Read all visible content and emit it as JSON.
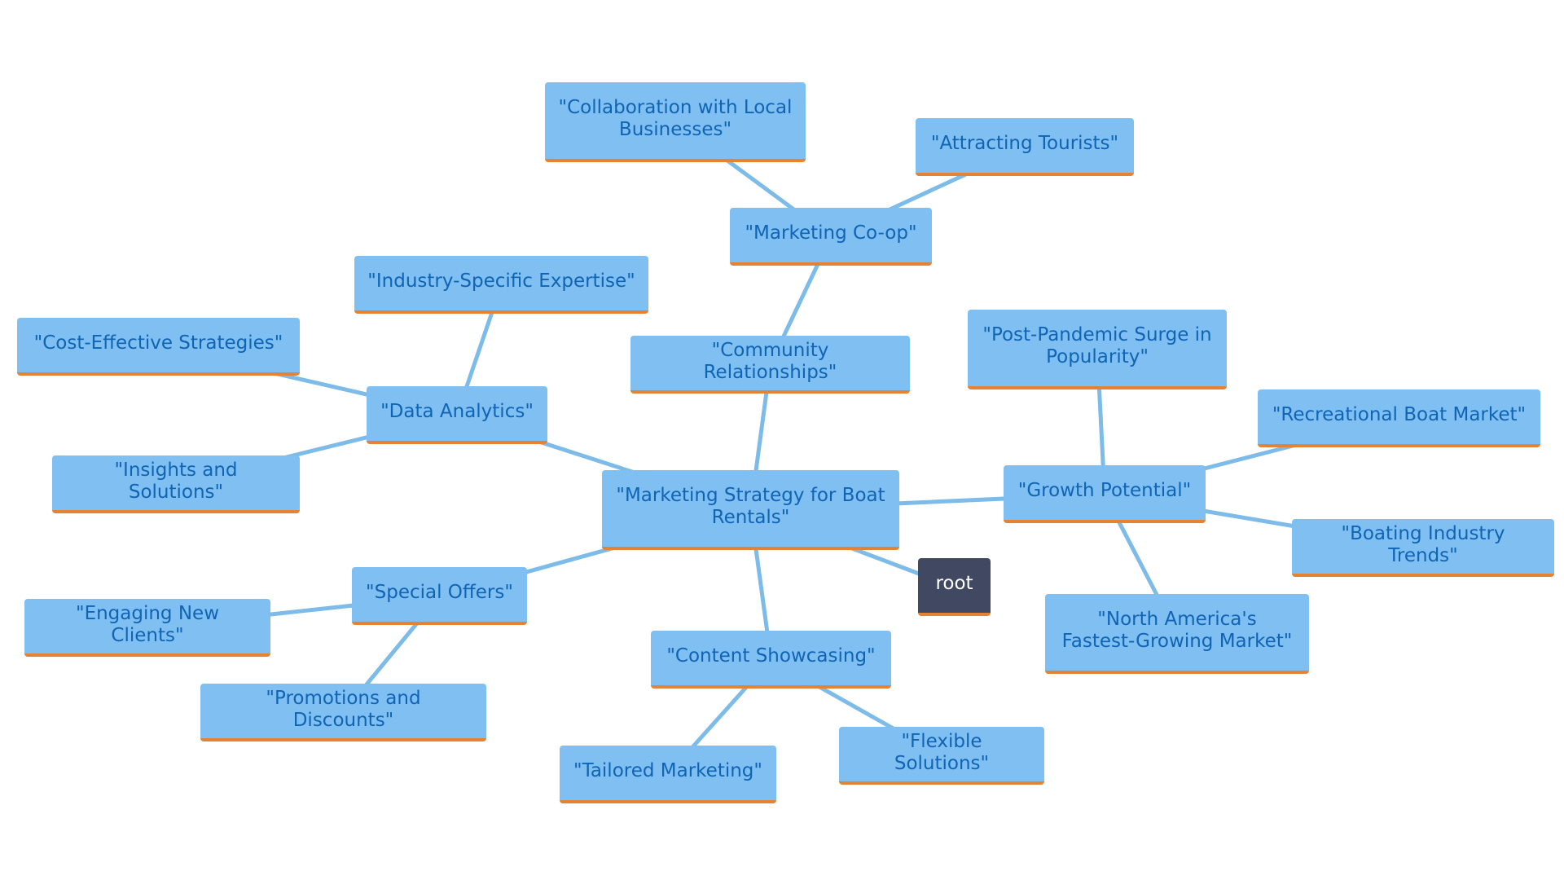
{
  "colors": {
    "node_fill": "#7fbff2",
    "node_text": "#1064b4",
    "node_accent": "#e58334",
    "root_fill": "#414862",
    "root_text": "#ffffff",
    "edge": "#7dbbe9"
  },
  "nodes": {
    "root": "root",
    "center": "\"Marketing Strategy for Boat Rentals\"",
    "community_relationships": "\"Community Relationships\"",
    "marketing_coop": "\"Marketing Co-op\"",
    "collaboration_local_businesses": "\"Collaboration with Local Businesses\"",
    "attracting_tourists": "\"Attracting Tourists\"",
    "data_analytics": "\"Data Analytics\"",
    "industry_specific_expertise": "\"Industry-Specific Expertise\"",
    "cost_effective_strategies": "\"Cost-Effective Strategies\"",
    "insights_and_solutions": "\"Insights and Solutions\"",
    "growth_potential": "\"Growth Potential\"",
    "post_pandemic_surge": "\"Post-Pandemic Surge in Popularity\"",
    "recreational_boat_market": "\"Recreational Boat Market\"",
    "boating_industry_trends": "\"Boating Industry Trends\"",
    "north_america_market": "\"North America's Fastest-Growing Market\"",
    "special_offers": "\"Special Offers\"",
    "engaging_new_clients": "\"Engaging New Clients\"",
    "promotions_and_discounts": "\"Promotions and Discounts\"",
    "content_showcasing": "\"Content Showcasing\"",
    "tailored_marketing": "\"Tailored Marketing\"",
    "flexible_solutions": "\"Flexible Solutions\""
  },
  "edges": [
    [
      "center",
      "root"
    ],
    [
      "center",
      "community_relationships"
    ],
    [
      "community_relationships",
      "marketing_coop"
    ],
    [
      "marketing_coop",
      "collaboration_local_businesses"
    ],
    [
      "marketing_coop",
      "attracting_tourists"
    ],
    [
      "center",
      "data_analytics"
    ],
    [
      "data_analytics",
      "industry_specific_expertise"
    ],
    [
      "data_analytics",
      "cost_effective_strategies"
    ],
    [
      "data_analytics",
      "insights_and_solutions"
    ],
    [
      "center",
      "growth_potential"
    ],
    [
      "growth_potential",
      "post_pandemic_surge"
    ],
    [
      "growth_potential",
      "recreational_boat_market"
    ],
    [
      "growth_potential",
      "boating_industry_trends"
    ],
    [
      "growth_potential",
      "north_america_market"
    ],
    [
      "center",
      "special_offers"
    ],
    [
      "special_offers",
      "engaging_new_clients"
    ],
    [
      "special_offers",
      "promotions_and_discounts"
    ],
    [
      "center",
      "content_showcasing"
    ],
    [
      "content_showcasing",
      "tailored_marketing"
    ],
    [
      "content_showcasing",
      "flexible_solutions"
    ]
  ]
}
